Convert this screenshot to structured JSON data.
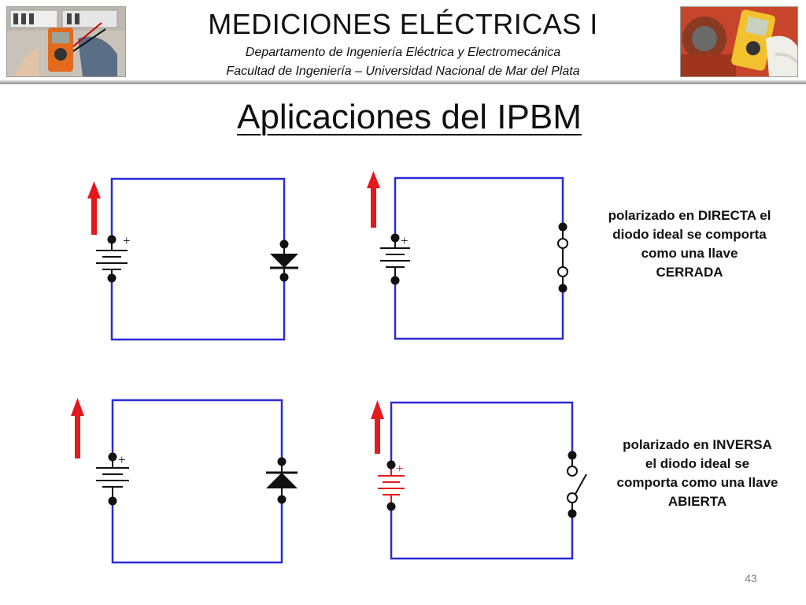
{
  "header": {
    "course_title": "MEDICIONES ELÉCTRICAS I",
    "department": "Departamento de Ingeniería Eléctrica y Electromecánica",
    "faculty": "Facultad de Ingeniería – Universidad Nacional de Mar del Plata"
  },
  "slide": {
    "title": "Aplicaciones del IPBM",
    "page_number": "43"
  },
  "circuits": {
    "forward_diode": {
      "polarity_sign": "+"
    },
    "forward_switch": {
      "polarity_sign": "+"
    },
    "reverse_diode": {
      "polarity_sign": "+"
    },
    "reverse_switch": {
      "polarity_sign": "+"
    }
  },
  "captions": {
    "forward": "polarizado en DIRECTA el diodo ideal se comporta como una llave CERRADA",
    "reverse": "polarizado en INVERSA el diodo ideal se comporta como una llave ABIERTA"
  },
  "colors": {
    "wire": "#2a2ad6",
    "arrow": "#e3191e",
    "reverse_battery": "#e3191e",
    "text": "#111111"
  }
}
